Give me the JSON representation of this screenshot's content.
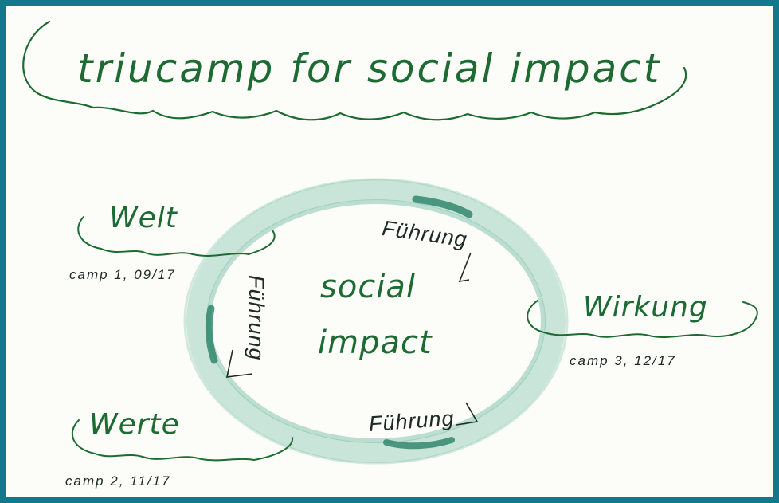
{
  "title": "triucamp for social impact",
  "center": {
    "line1": "social",
    "line2": "impact"
  },
  "labels": {
    "welt": "Welt",
    "werte": "Werte",
    "wirkung": "Wirkung"
  },
  "camps": {
    "camp1": "camp 1, 09/17",
    "camp2": "camp 2, 11/17",
    "camp3": "camp 3, 12/17"
  },
  "fuehrung": {
    "top": "Führung",
    "left": "Führung",
    "bottom": "Führung"
  },
  "colors": {
    "frame": "#13788a",
    "green_ink": "#1d6b33",
    "ring": "#5fae96",
    "black_ink": "#1e2a24"
  }
}
